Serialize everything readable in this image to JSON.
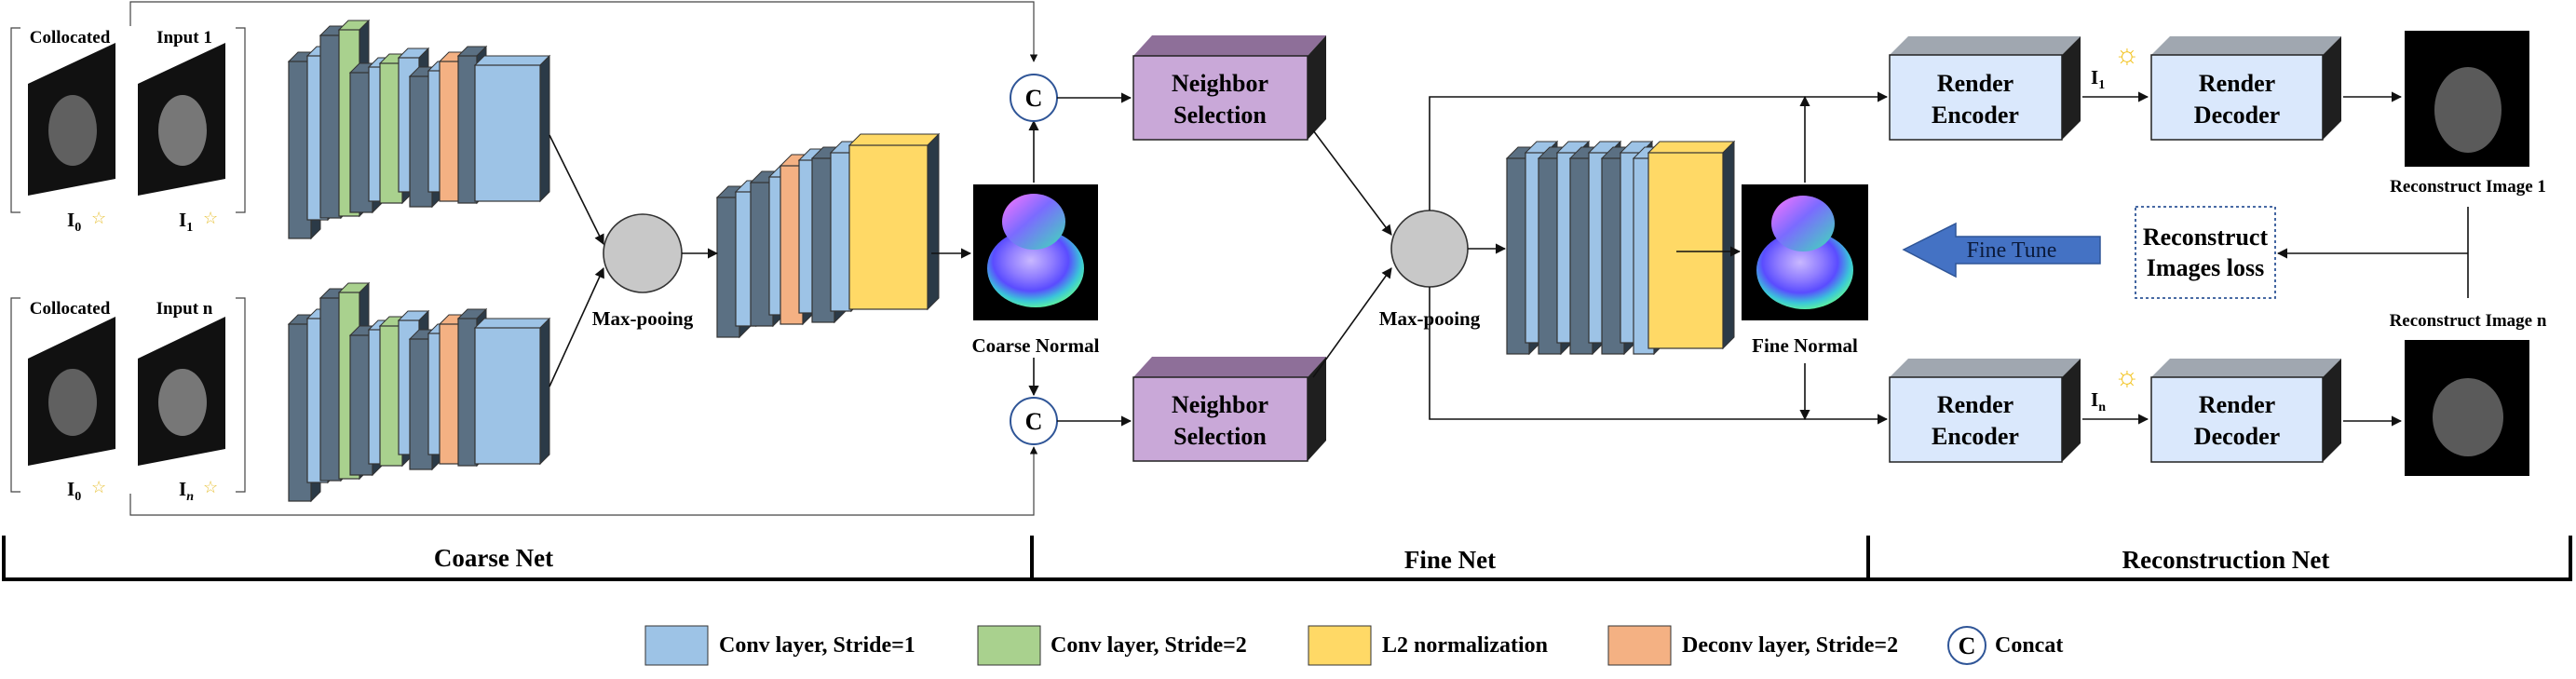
{
  "colors": {
    "conv_s1": "#9DC3E6",
    "conv_s2": "#A9D18E",
    "l2_norm": "#FFD966",
    "deconv_s2": "#F4B183",
    "slate": "#5B7083",
    "neighbor": "#C9A8D8",
    "neighbor_top": "#8E6F99",
    "render": "#DAE8FC",
    "render_top": "#A0A7B0",
    "fine_tune_arrow": "#4472C4",
    "pool": "#C8C8C8"
  },
  "inputs": {
    "top": {
      "label_a": "Collocated",
      "label_b": "Input 1",
      "sub_a": "I",
      "sub_a_idx": "0",
      "sub_b": "I",
      "sub_b_idx": "1"
    },
    "bottom": {
      "label_a": "Collocated",
      "label_b": "Input n",
      "sub_a": "I",
      "sub_a_idx": "0",
      "sub_b": "I",
      "sub_b_idx": "n"
    }
  },
  "nodes": {
    "maxpool_coarse": "Max-pooing",
    "maxpool_fine": "Max-pooing",
    "coarse_normal": "Coarse Normal",
    "fine_normal": "Fine Normal",
    "concat_symbol": "C",
    "neighbor_top_line1": "Neighbor",
    "neighbor_top_line2": "Selection",
    "neighbor_bottom_line1": "Neighbor",
    "neighbor_bottom_line2": "Selection",
    "encoder_line1": "Render",
    "encoder_line2": "Encoder",
    "decoder_line1": "Render",
    "decoder_line2": "Decoder",
    "light_top": "I",
    "light_top_idx": "1",
    "light_bottom": "I",
    "light_bottom_idx": "n",
    "recon_image_1": "Reconstruct Image 1",
    "recon_image_n": "Reconstruct Image n",
    "loss_line1": "Reconstruct",
    "loss_line2": "Images loss",
    "fine_tune": "Fine Tune"
  },
  "sections": [
    "Coarse Net",
    "Fine Net",
    "Reconstruction Net"
  ],
  "legend": [
    {
      "label": "Conv layer, Stride=1",
      "color": "#9DC3E6"
    },
    {
      "label": "Conv layer, Stride=2",
      "color": "#A9D18E"
    },
    {
      "label": "L2 normalization",
      "color": "#FFD966"
    },
    {
      "label": "Deconv layer, Stride=2",
      "color": "#F4B183"
    },
    {
      "label": "Concat",
      "symbol": "C"
    }
  ]
}
